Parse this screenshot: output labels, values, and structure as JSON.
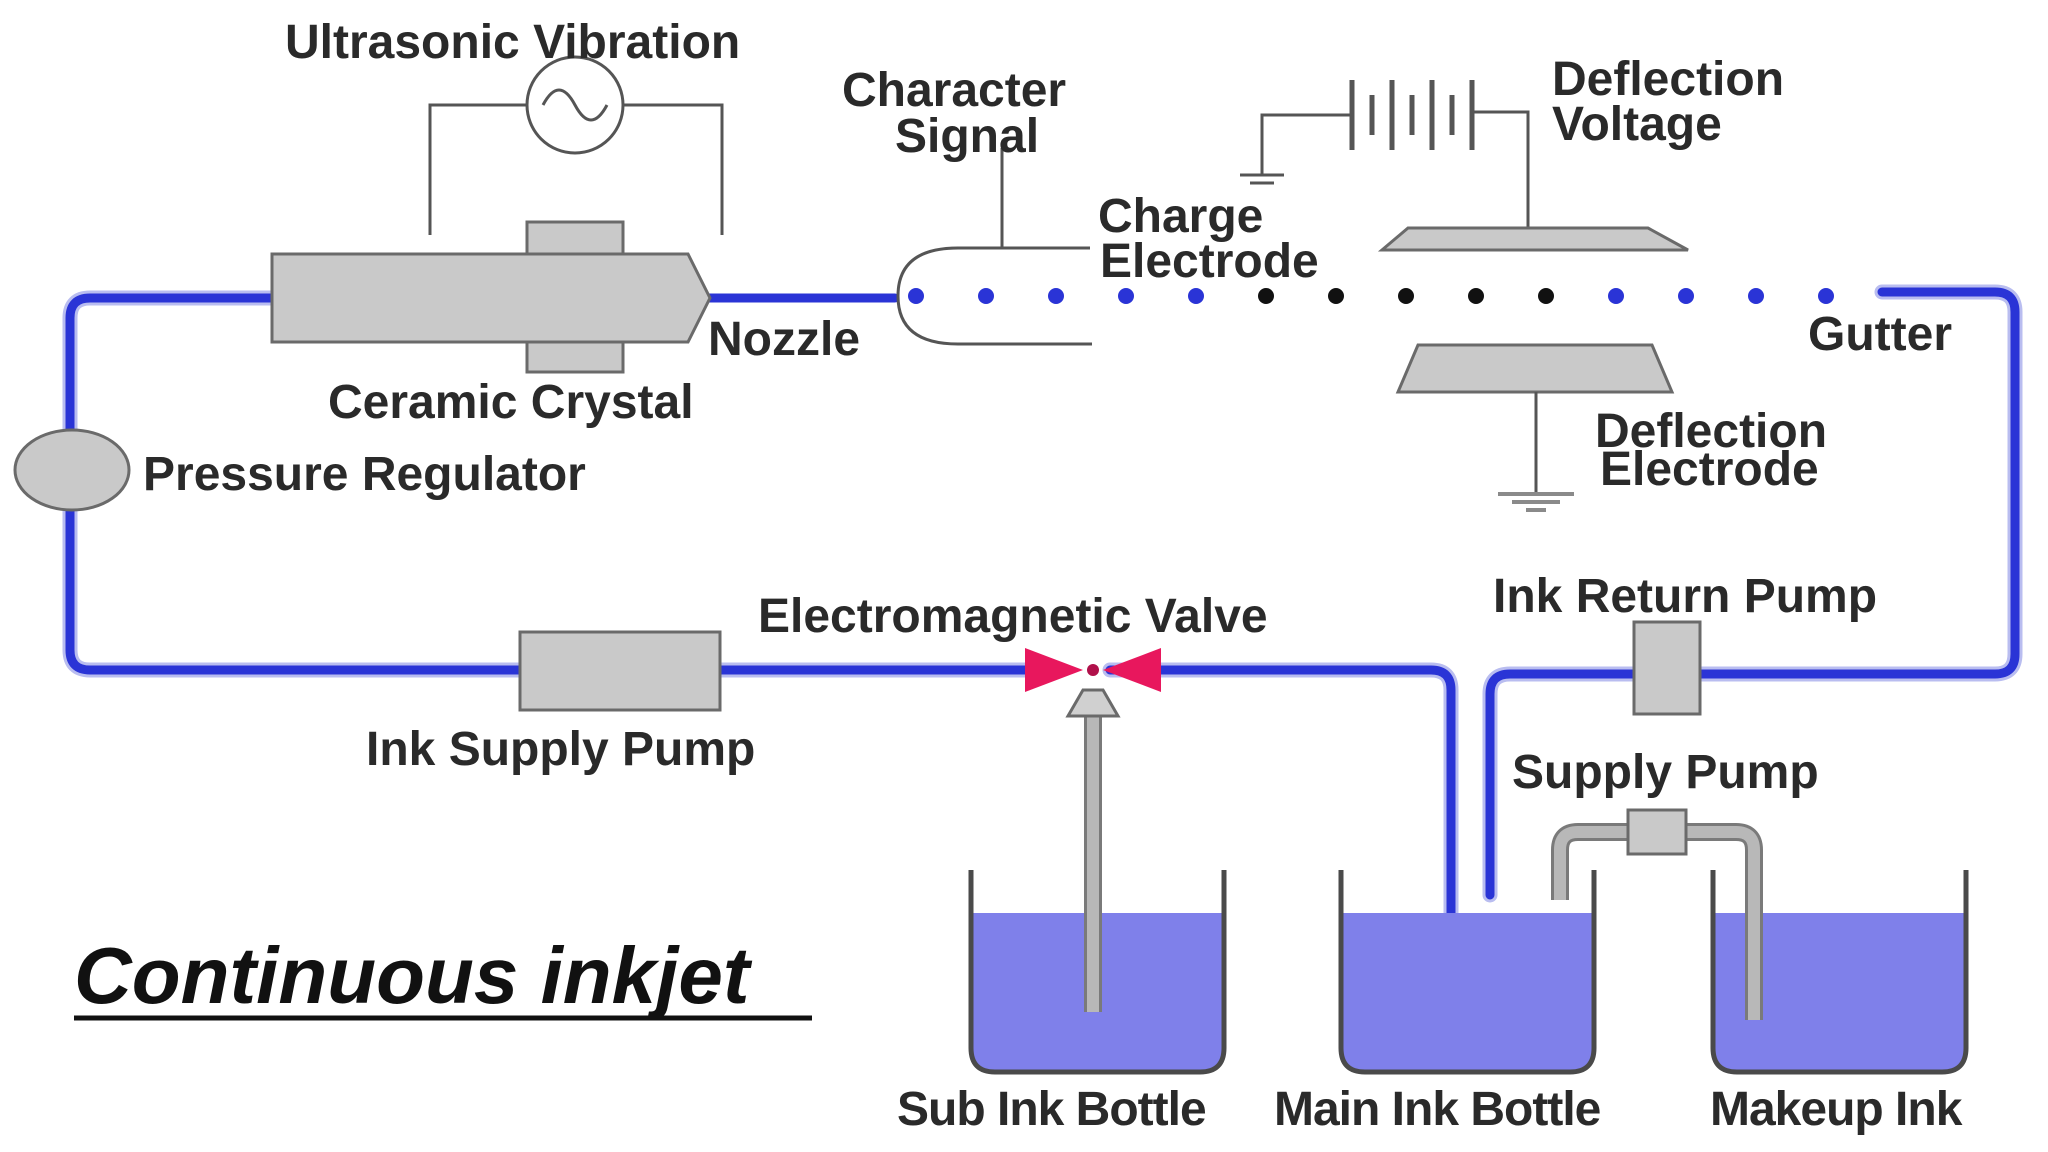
{
  "labels": {
    "ultrasonic_vibration": "Ultrasonic Vibration",
    "character_signal_line1": "Character",
    "character_signal_line2": "Signal",
    "charge_electrode_line1": "Charge",
    "charge_electrode_line2": "Electrode",
    "deflection_voltage_line1": "Deflection",
    "deflection_voltage_line2": "Voltage",
    "nozzle": "Nozzle",
    "gutter": "Gutter",
    "ceramic_crystal": "Ceramic Crystal",
    "pressure_regulator": "Pressure Regulator",
    "deflection_electrode_line1": "Deflection",
    "deflection_electrode_line2": "Electrode",
    "electromagnetic_valve": "Electromagnetic Valve",
    "ink_return_pump": "Ink Return Pump",
    "ink_supply_pump": "Ink Supply Pump",
    "supply_pump": "Supply Pump",
    "sub_ink_bottle": "Sub Ink Bottle",
    "main_ink_bottle": "Main Ink Bottle",
    "makeup_ink": "Makeup Ink"
  },
  "caption": "Continuous inkjet",
  "colors": {
    "ink_line": "#2a34d6",
    "droplet_uncharged": "#2a34d6",
    "droplet_charged": "#111111",
    "valve": "#e8175d",
    "ink_fill": "#7f80ea",
    "component": "#c9c9c9"
  },
  "icons": {
    "ac_source": "sine-wave-icon",
    "battery": "battery-icon",
    "ground": "ground-icon"
  },
  "droplets": {
    "sequence": [
      "blue",
      "blue",
      "blue",
      "blue",
      "blue",
      "black",
      "black",
      "black",
      "black",
      "black",
      "blue",
      "blue",
      "blue",
      "blue"
    ]
  }
}
